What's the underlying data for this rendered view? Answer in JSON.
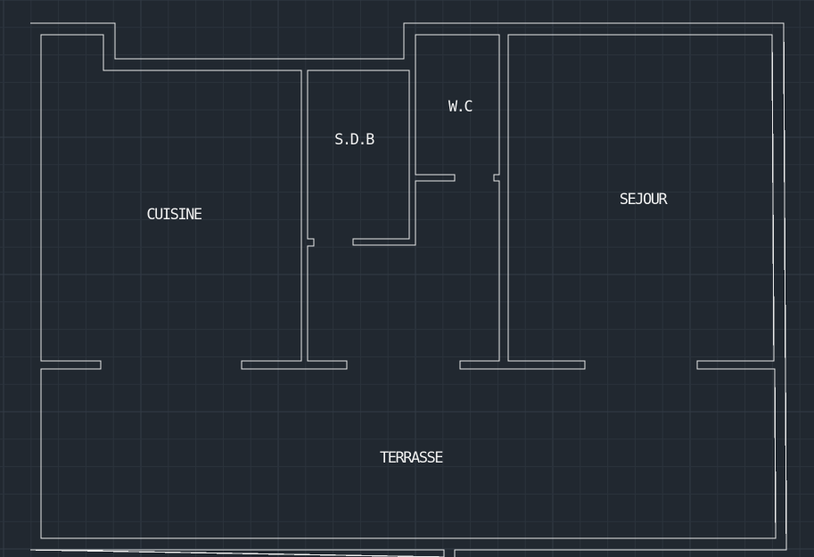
{
  "rooms": {
    "cuisine": "CUISINE",
    "sdb": "S.D.B",
    "wc": "W.C",
    "sejour": "SEJOUR",
    "terrasse": "TERRASSE"
  },
  "colors": {
    "background": "#212830",
    "grid_minor": "#2b333c",
    "grid_major": "#323b46",
    "lines": "#e8e8e8"
  }
}
